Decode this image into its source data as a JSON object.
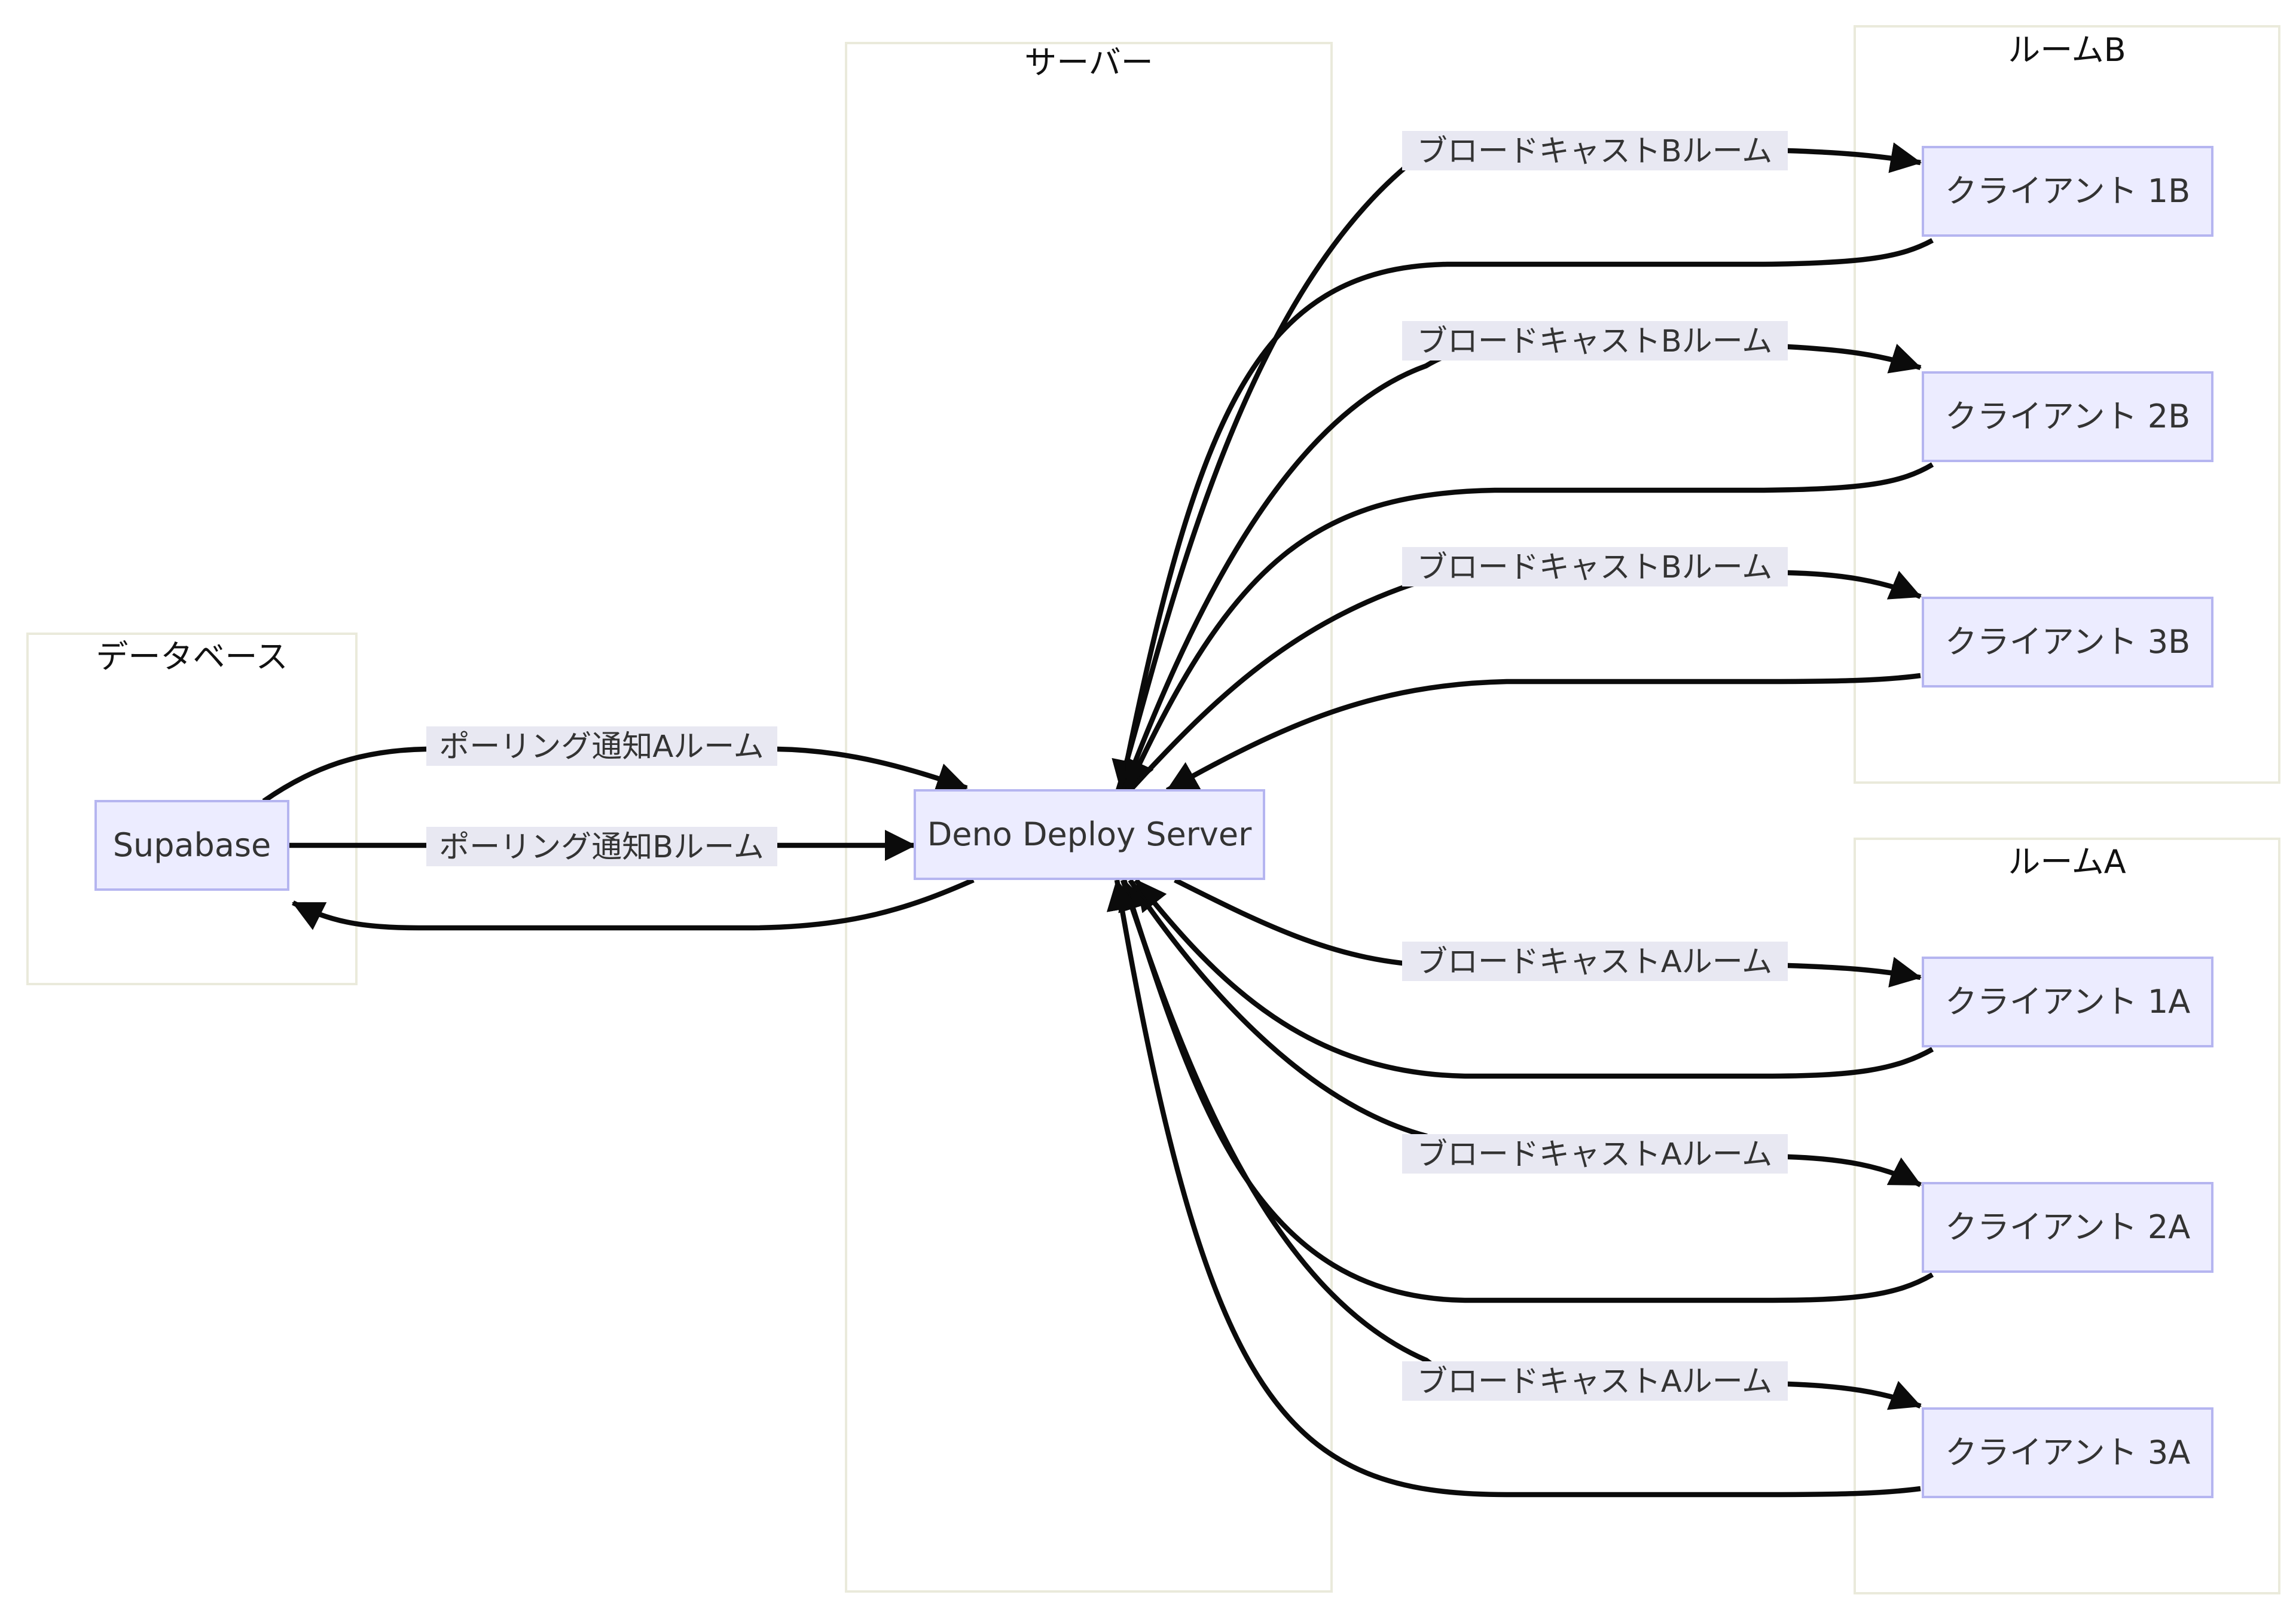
{
  "clusters": {
    "database": {
      "title": "データベース"
    },
    "server": {
      "title": "サーバー"
    },
    "room_b": {
      "title": "ルームB"
    },
    "room_a": {
      "title": "ルームA"
    }
  },
  "nodes": {
    "supabase": "Supabase",
    "deno": "Deno Deploy Server",
    "client_1b": "クライアント 1B",
    "client_2b": "クライアント 2B",
    "client_3b": "クライアント 3B",
    "client_1a": "クライアント 1A",
    "client_2a": "クライアント 2A",
    "client_3a": "クライアント 3A"
  },
  "edge_labels": {
    "poll_a": "ポーリング通知Aルーム",
    "poll_b": "ポーリング通知Bルーム",
    "broadcast_b_1": "ブロードキャストBルーム",
    "broadcast_b_2": "ブロードキャストBルーム",
    "broadcast_b_3": "ブロードキャストBルーム",
    "broadcast_a_1": "ブロードキャストAルーム",
    "broadcast_a_2": "ブロードキャストAルーム",
    "broadcast_a_3": "ブロードキャストAルーム"
  },
  "colors": {
    "node_fill": "#ececff",
    "node_stroke": "#b5b5f0",
    "cluster_stroke": "#eaeadb",
    "edge": "#0b0b0b",
    "label_bg": "#e8e8f2"
  }
}
